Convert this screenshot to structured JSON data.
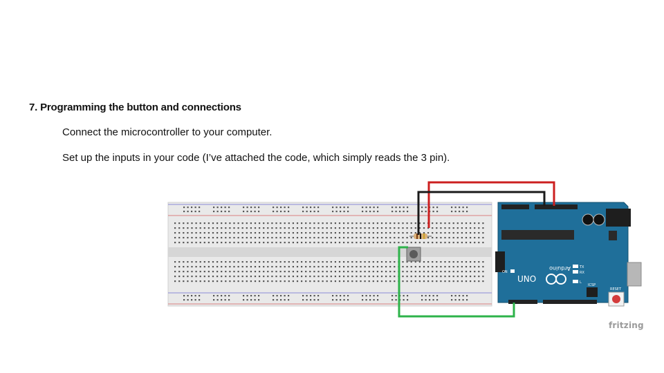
{
  "slide": {
    "heading": "7. Programming the button and connections",
    "paragraphs": [
      "Connect the microcontroller to your computer.",
      "Set up the inputs in your code (I’ve attached the code, which simply reads the  3 pin)."
    ]
  },
  "figure": {
    "brand": "fritzing",
    "board_logo": "UNO",
    "board_brand": "Arduino",
    "board_labels": {
      "tx": "TX",
      "rx": "RX",
      "l": "L",
      "on": "ON",
      "icsp": "ICSP",
      "reset": "RESET"
    },
    "wire_colors": {
      "red": "#cc1f1f",
      "black": "#1a1a1a",
      "green": "#2db34a"
    },
    "board_color": "#1f6f9a"
  }
}
